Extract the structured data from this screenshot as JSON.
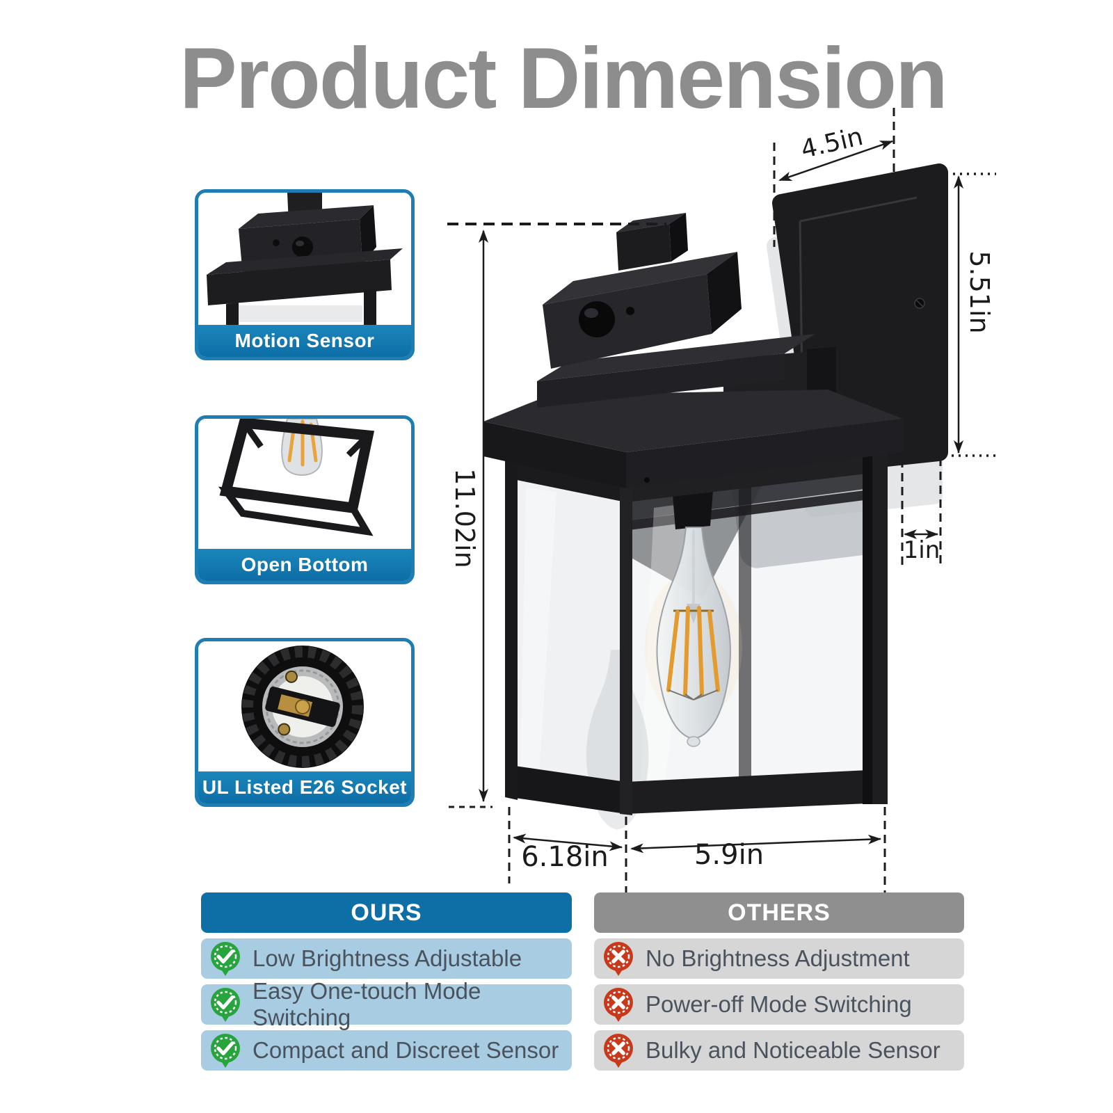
{
  "title": "Product Dimension",
  "callouts": [
    {
      "label": "Motion Sensor"
    },
    {
      "label": "Open Bottom"
    },
    {
      "label": "UL Listed E26 Socket"
    }
  ],
  "dimensions": {
    "backplate_width": "4.5in",
    "backplate_height": "5.51in",
    "backplate_depth": "1in",
    "total_height": "11.02in",
    "base_depth": "6.18in",
    "base_width": "5.9in"
  },
  "comparison": {
    "ours": {
      "header": "OURS",
      "items": [
        "Low Brightness Adjustable",
        "Easy One-touch Mode Switching",
        "Compact and Discreet Sensor"
      ]
    },
    "others": {
      "header": "OTHERS",
      "items": [
        "No Brightness Adjustment",
        "Power-off Mode Switching",
        "Bulky and Noticeable Sensor"
      ]
    }
  },
  "colors": {
    "title_gray": "#8d8d8d",
    "accent_blue": "#0d6fa6",
    "light_blue_row": "#a8cce1",
    "header_gray": "#8f8f8f",
    "light_gray_row": "#d6d6d7",
    "check_green": "#28a43e",
    "cross_red": "#c8391b"
  }
}
